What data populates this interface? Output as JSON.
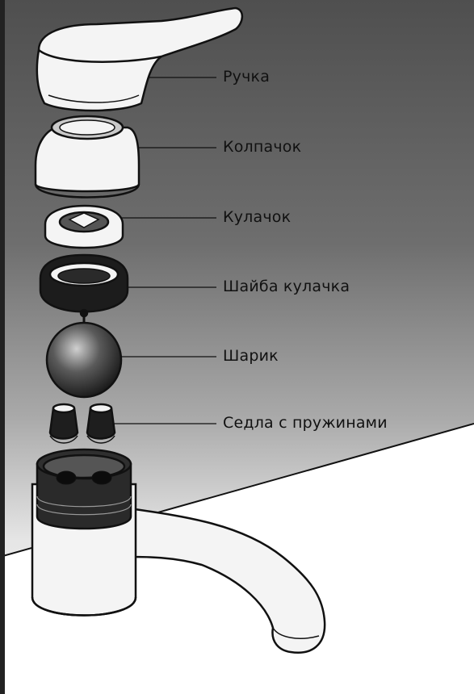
{
  "diagram": {
    "labels": {
      "handle": "Ручка",
      "cap": "Колпачок",
      "cam": "Кулачок",
      "cam_washer": "Шайба кулачка",
      "ball": "Шарик",
      "seats": "Седла с пружинами"
    }
  },
  "colors": {
    "background_dark": "#5c5c5c",
    "background_light": "#f2f2f2",
    "part_fill": "#f4f4f4",
    "outline": "#111111"
  }
}
